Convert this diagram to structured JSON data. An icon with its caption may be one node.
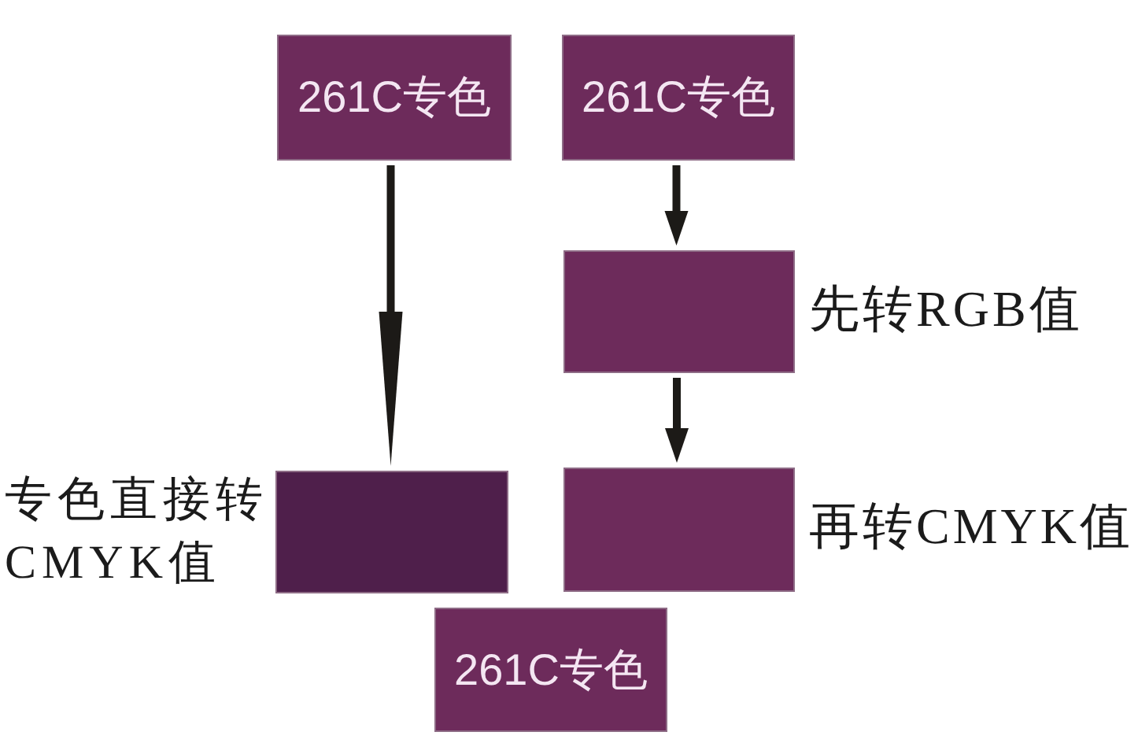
{
  "diagram": {
    "nodes": [
      {
        "text": [
          "261C专色"
        ]
      },
      {
        "text": [
          "261C专色"
        ]
      },
      {
        "text": [],
        "shape": "box",
        "beside": [
          "先转RGB值"
        ]
      },
      {
        "text": [],
        "shape": "box",
        "beside": [
          "专色直接转CMYK值"
        ]
      },
      {
        "text": [],
        "shape": "box",
        "beside": [
          "再转CMYK值"
        ]
      },
      {
        "text": [
          "261C专色"
        ]
      }
    ],
    "edges": [
      {
        "from": 0,
        "to": 3,
        "arrow": "to"
      },
      {
        "from": 1,
        "to": 2,
        "arrow": "to"
      },
      {
        "from": 2,
        "to": 4,
        "arrow": "to"
      }
    ]
  }
}
